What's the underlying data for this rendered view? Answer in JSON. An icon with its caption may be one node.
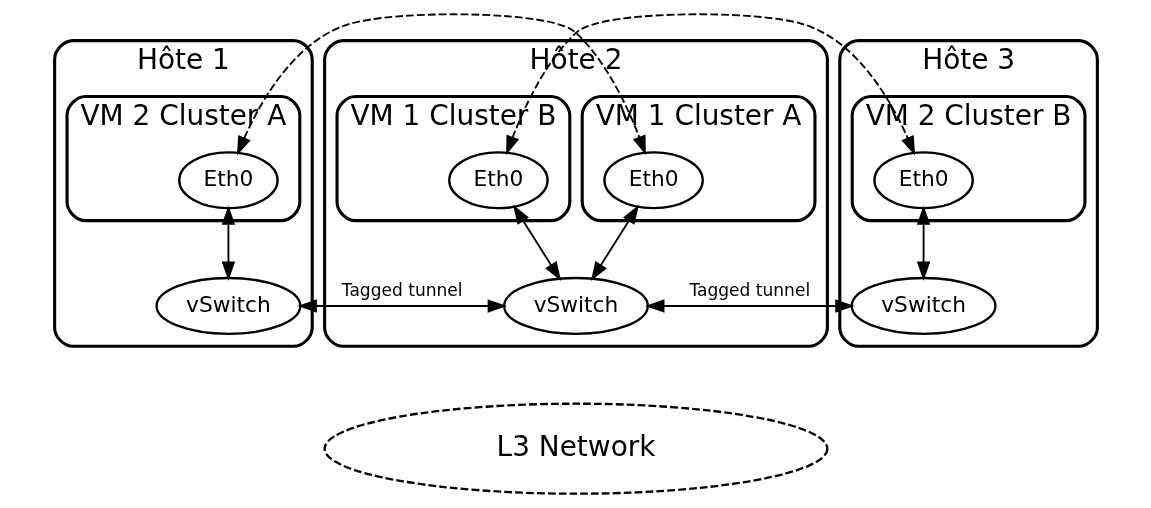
{
  "diagram": {
    "nodes": [
      {
        "text": [
          "Hôte 1"
        ]
      },
      {
        "text": [
          "VM 2 Cluster A"
        ],
        "in": 0
      },
      {
        "text": [
          "Eth0"
        ],
        "in": 1
      },
      {
        "text": [
          "vSwitch"
        ],
        "in": 0
      },
      {
        "text": [
          "Hôte 2"
        ]
      },
      {
        "text": [
          "VM 1 Cluster A"
        ],
        "in": 4
      },
      {
        "text": [
          "Eth0"
        ],
        "in": 5
      },
      {
        "text": [
          "VM 1 Cluster B"
        ],
        "in": 4
      },
      {
        "text": [
          "Eth0"
        ],
        "in": 7
      },
      {
        "text": [
          "vSwitch"
        ],
        "in": 4
      },
      {
        "text": [
          "Hôte 3"
        ]
      },
      {
        "text": [
          "VM 2 Cluster B"
        ],
        "in": 10
      },
      {
        "text": [
          "Eth0"
        ],
        "in": 11
      },
      {
        "text": [
          "vSwitch"
        ],
        "in": 10
      },
      {
        "text": [
          "L3 Network"
        ]
      }
    ],
    "edges": [
      {
        "from": 2,
        "to": 6,
        "arrow": "both",
        "style": "dashed"
      },
      {
        "from": 8,
        "to": 12,
        "arrow": "both",
        "style": "dashed"
      },
      {
        "from": 2,
        "to": 3,
        "arrow": "both"
      },
      {
        "from": 6,
        "to": 9,
        "arrow": "both"
      },
      {
        "from": 8,
        "to": 9,
        "arrow": "both"
      },
      {
        "from": 12,
        "to": 13,
        "arrow": "both"
      },
      {
        "from": 3,
        "to": 9,
        "arrow": "both",
        "label": "Tagged tunnel"
      },
      {
        "from": 9,
        "to": 13,
        "arrow": "both",
        "label": "Tagged tunnel"
      }
    ]
  }
}
